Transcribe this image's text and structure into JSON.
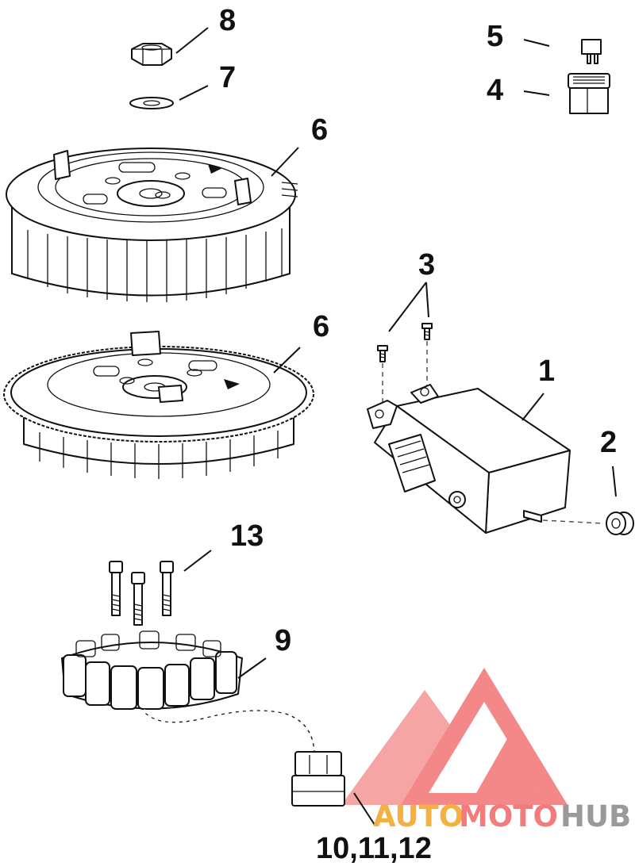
{
  "diagram": {
    "callouts": [
      {
        "id": "8",
        "text": "8"
      },
      {
        "id": "7",
        "text": "7"
      },
      {
        "id": "6a",
        "text": "6"
      },
      {
        "id": "5",
        "text": "5"
      },
      {
        "id": "4",
        "text": "4"
      },
      {
        "id": "3",
        "text": "3"
      },
      {
        "id": "6b",
        "text": "6"
      },
      {
        "id": "1",
        "text": "1"
      },
      {
        "id": "2",
        "text": "2"
      },
      {
        "id": "13",
        "text": "13"
      },
      {
        "id": "9",
        "text": "9"
      },
      {
        "id": "10-12",
        "text": "10,11,12"
      }
    ]
  },
  "watermark": {
    "part1": "AUTO",
    "part2": "MOTO",
    "part3": "HUB",
    "colors": {
      "logo": "#f26f6f",
      "auto": "#f5a623",
      "moto": "#f26f6f",
      "hub": "#9a9a9a"
    }
  }
}
